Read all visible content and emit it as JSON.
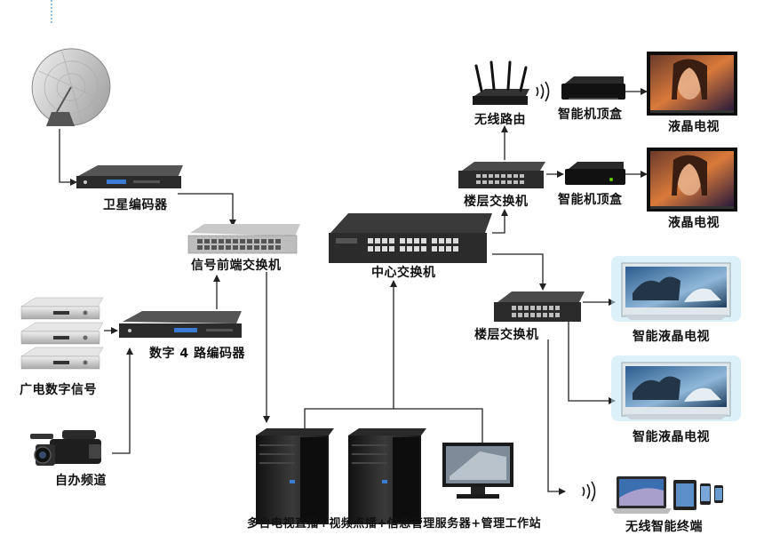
{
  "labels": {
    "satellite_encoder": "卫星编码器",
    "signal_frontend_switch": "信号前端交换机",
    "digital_4ch_encoder": "数字 4 路编码器",
    "broadcast_digital_signal": "广电数字信号",
    "self_run_channel": "自办频道",
    "servers": "多台电视直播+视频点播+信息管理服务器+管理工作站",
    "central_switch": "中心交换机",
    "floor_switch_top": "楼层交换机",
    "floor_switch_bottom": "楼层交换机",
    "wireless_router": "无线路由",
    "stb_top": "智能机顶盒",
    "stb_bottom": "智能机顶盒",
    "lcd_tv_top": "液晶电视",
    "lcd_tv_bottom": "液晶电视",
    "smart_lcd_tv_1": "智能液晶电视",
    "smart_lcd_tv_2": "智能液晶电视",
    "wireless_terminals": "无线智能终端"
  },
  "colors": {
    "line": "#222222",
    "device_dark": "#2b2b2b",
    "device_light": "#d8d8d8",
    "tv_glow": "#bfe3f5",
    "lcd_blue": "#3a7bd5"
  }
}
